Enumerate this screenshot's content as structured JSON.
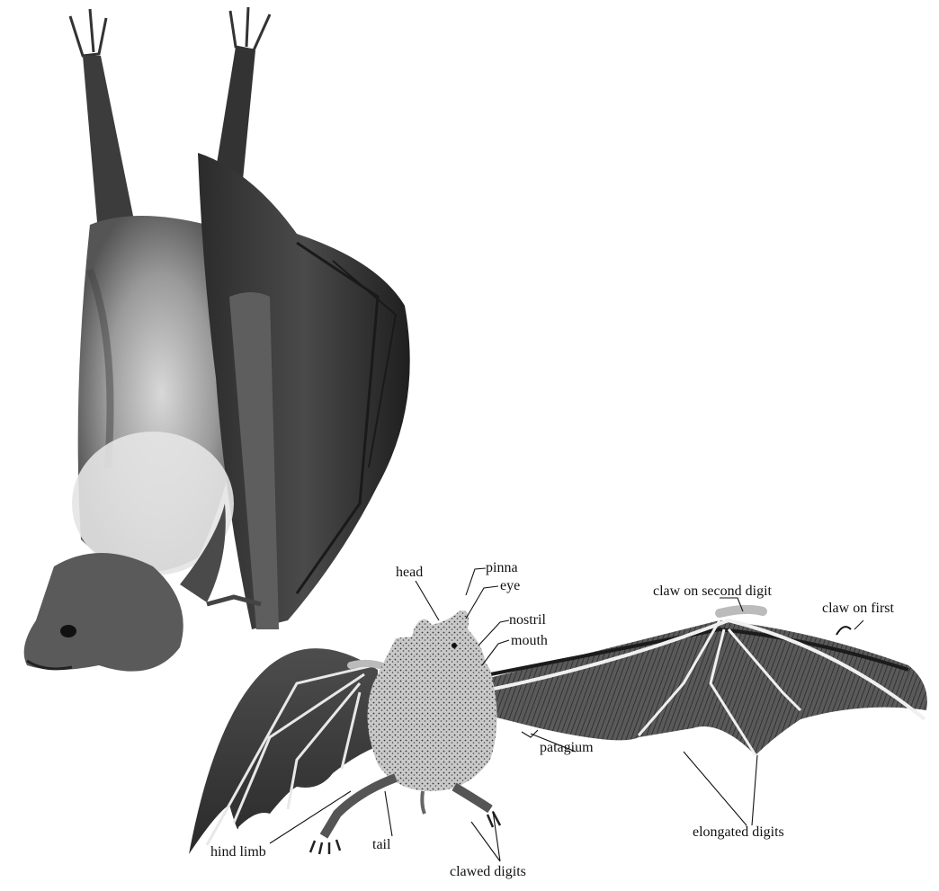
{
  "figure": {
    "labels": {
      "head": "head",
      "pinna": "pinna",
      "eye": "eye",
      "nostril": "nostril",
      "mouth": "mouth",
      "claw_second": "claw on second digit",
      "claw_first": "claw on first",
      "patagium": "patagium",
      "elongated_digits": "elongated digits",
      "hind_limb": "hind limb",
      "tail": "tail",
      "clawed_digits": "clawed digits"
    },
    "colors": {
      "ink": "#111111",
      "wing": "#3a3a3a",
      "fur": "#8a8a8a",
      "paper": "#ffffff"
    }
  }
}
